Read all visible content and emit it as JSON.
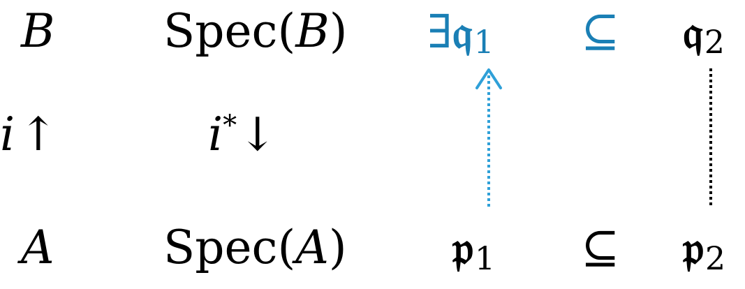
{
  "rows": {
    "top": {
      "ring": "B",
      "spec_word": "Spec",
      "spec_open": "(",
      "spec_arg": "B",
      "spec_close": ")",
      "exists": "∃",
      "q1_letter": "𝔮",
      "q1_index": "1",
      "subset": "⊆",
      "q2_letter": "𝔮",
      "q2_index": "2"
    },
    "middle": {
      "left_map_letter": "i",
      "left_map_arrow": "↑",
      "right_map_letter": "i",
      "right_map_star": "*",
      "right_map_arrow": "↓"
    },
    "bottom": {
      "ring": "A",
      "spec_word": "Spec",
      "spec_open": "(",
      "spec_arg": "A",
      "spec_close": ")",
      "p1_letter": "𝔭",
      "p1_index": "1",
      "subset": "⊆",
      "p2_letter": "𝔭",
      "p2_index": "2"
    }
  },
  "colors": {
    "highlight": "#1a7fb5",
    "lying_over_arrow": "#2fa0d8",
    "text": "#000000"
  }
}
